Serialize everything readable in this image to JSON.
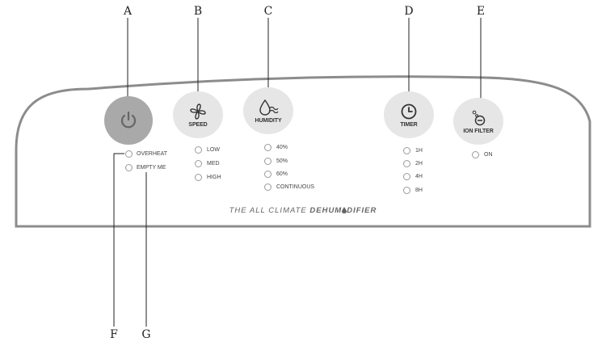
{
  "callouts": {
    "a": "A",
    "b": "B",
    "c": "C",
    "d": "D",
    "e": "E",
    "f": "F",
    "g": "G"
  },
  "buttons": {
    "power": {
      "icon": "power-icon"
    },
    "speed": {
      "label": "SPEED",
      "icon": "fan-icon"
    },
    "humidity": {
      "label": "HUMIDITY",
      "icon": "humidity-icon"
    },
    "timer": {
      "label": "TIMER",
      "icon": "clock-icon"
    },
    "ion_filter": {
      "label": "ION FILTER",
      "icon": "ion-icon"
    }
  },
  "indicators": {
    "status": [
      "OVERHEAT",
      "EMPTY ME"
    ],
    "speed": [
      "LOW",
      "MED",
      "HIGH"
    ],
    "humidity": [
      "40%",
      "50%",
      "60%",
      "CONTINUOUS"
    ],
    "timer": [
      "1H",
      "2H",
      "4H",
      "8H"
    ],
    "ion": [
      "ON"
    ]
  },
  "brand": {
    "part1": "THE ALL CLIMATE ",
    "part2": "DEHUM",
    "part3": "DIFIER"
  },
  "colors": {
    "panel_outline": "#8c8c8c",
    "button_bg": "#e6e6e6",
    "power_bg": "#a9a9a9"
  }
}
